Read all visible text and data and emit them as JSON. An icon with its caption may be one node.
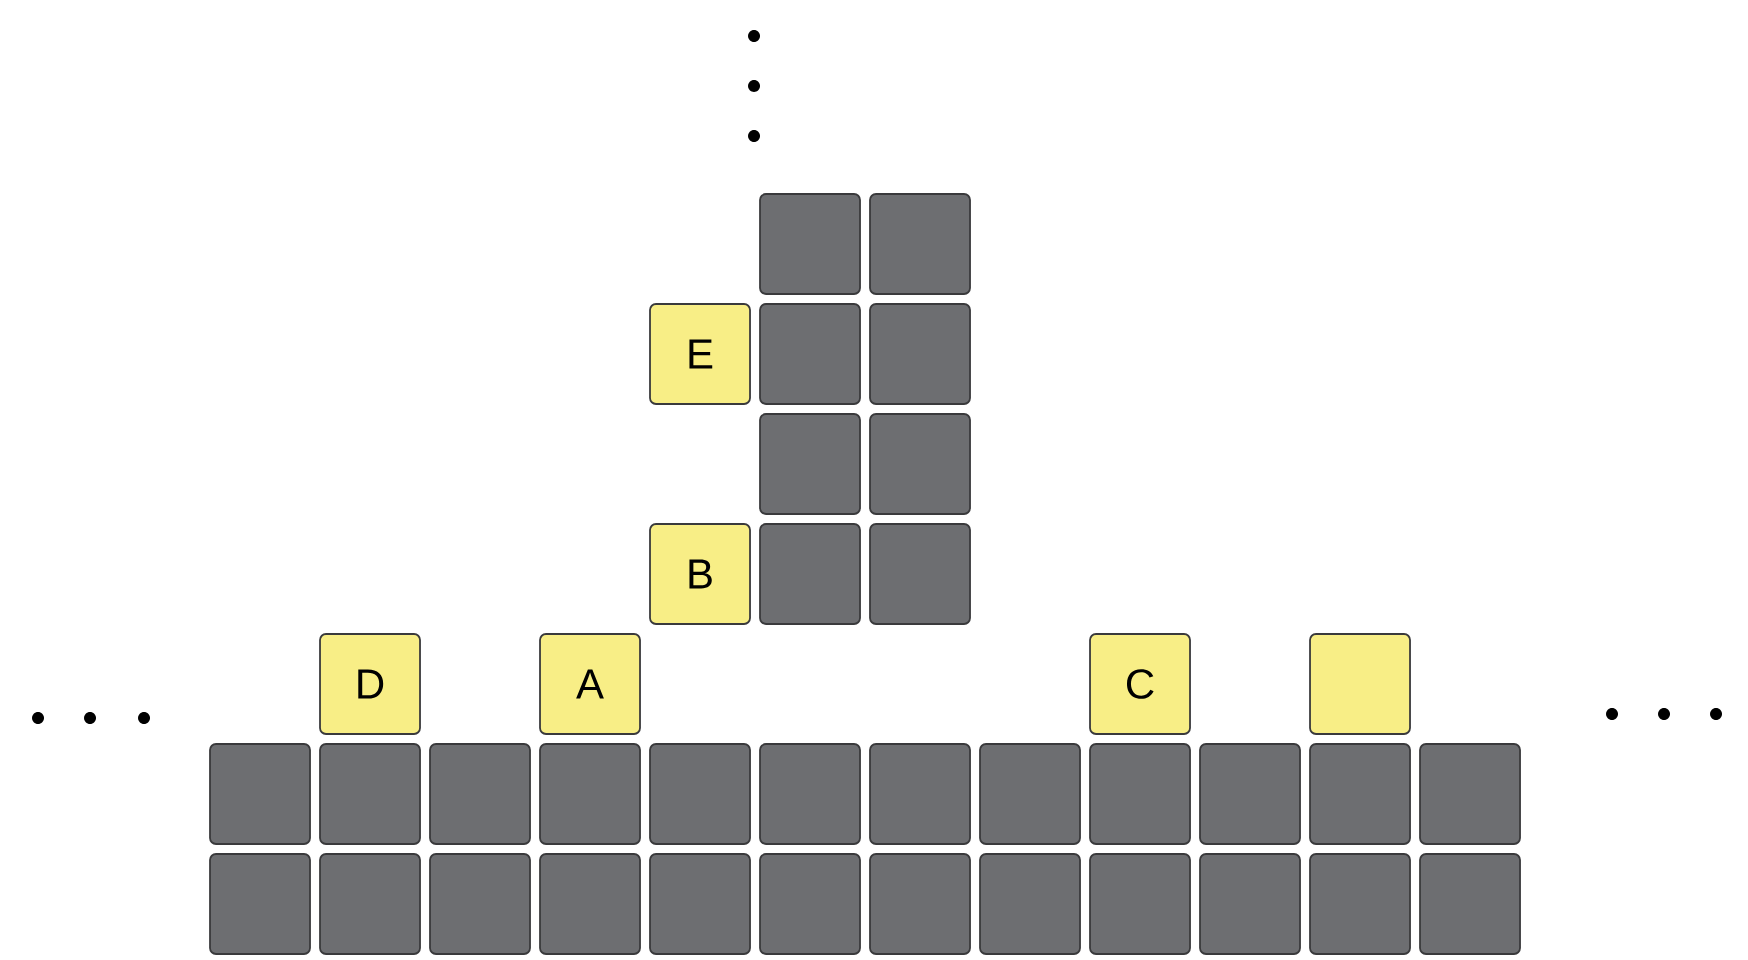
{
  "diagram": {
    "nodes": [
      {
        "text": [],
        "shape": "box"
      },
      {
        "text": [],
        "shape": "box"
      },
      {
        "text": [
          "E"
        ]
      },
      {
        "text": [],
        "shape": "box"
      },
      {
        "text": [],
        "shape": "box"
      },
      {
        "text": [],
        "shape": "box"
      },
      {
        "text": [],
        "shape": "box"
      },
      {
        "text": [
          "B"
        ]
      },
      {
        "text": [],
        "shape": "box"
      },
      {
        "text": [],
        "shape": "box"
      },
      {
        "text": [
          "D"
        ]
      },
      {
        "text": [
          "A"
        ]
      },
      {
        "text": [
          "C"
        ]
      },
      {
        "text": [],
        "shape": "box"
      },
      {
        "text": [],
        "shape": "box"
      },
      {
        "text": [],
        "shape": "box"
      },
      {
        "text": [],
        "shape": "box"
      },
      {
        "text": [],
        "shape": "box"
      },
      {
        "text": [],
        "shape": "box"
      },
      {
        "text": [],
        "shape": "box"
      },
      {
        "text": [],
        "shape": "box"
      },
      {
        "text": [],
        "shape": "box"
      },
      {
        "text": [],
        "shape": "box"
      },
      {
        "text": [],
        "shape": "box"
      },
      {
        "text": [],
        "shape": "box"
      },
      {
        "text": [],
        "shape": "box"
      },
      {
        "text": [],
        "shape": "box"
      },
      {
        "text": [],
        "shape": "box"
      },
      {
        "text": [],
        "shape": "box"
      },
      {
        "text": [],
        "shape": "box"
      },
      {
        "text": [],
        "shape": "box"
      },
      {
        "text": [],
        "shape": "box"
      },
      {
        "text": [],
        "shape": "box"
      },
      {
        "text": [],
        "shape": "box"
      },
      {
        "text": [],
        "shape": "box"
      },
      {
        "text": [],
        "shape": "box"
      },
      {
        "text": [],
        "shape": "box"
      },
      {
        "text": [],
        "shape": "box"
      }
    ]
  }
}
